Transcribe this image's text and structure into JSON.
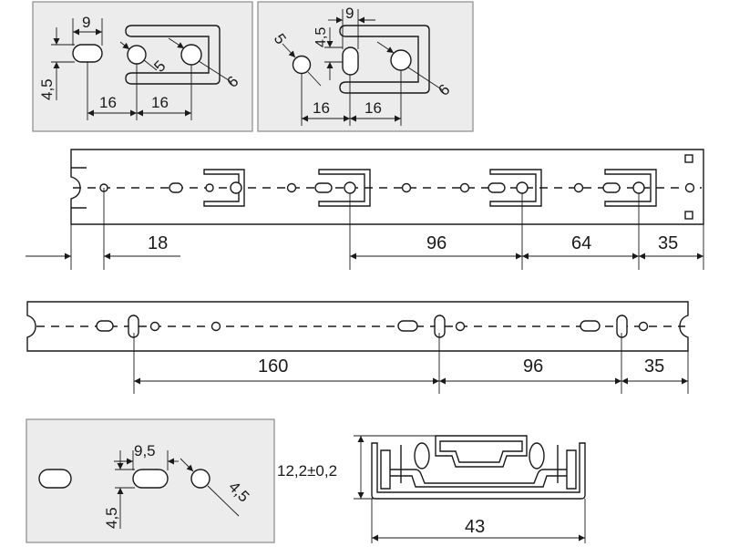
{
  "detail_1": {
    "d_9": "9",
    "d_4_5": "4,5",
    "d_5": "5",
    "d_6": "6",
    "d_16_a": "16",
    "d_16_b": "16"
  },
  "detail_2": {
    "d_9": "9",
    "d_4_5": "4,5",
    "d_5": "5",
    "d_6": "6",
    "d_16_a": "16",
    "d_16_b": "16"
  },
  "rail_top": {
    "d_18": "18",
    "d_96": "96",
    "d_64": "64",
    "d_35": "35"
  },
  "rail_mid": {
    "d_160": "160",
    "d_96": "96",
    "d_35": "35"
  },
  "detail_3": {
    "d_9_5": "9,5",
    "d_4_5_a": "4,5",
    "d_4_5_b": "4,5"
  },
  "profile": {
    "height": "12,2±0,2",
    "width": "43"
  }
}
